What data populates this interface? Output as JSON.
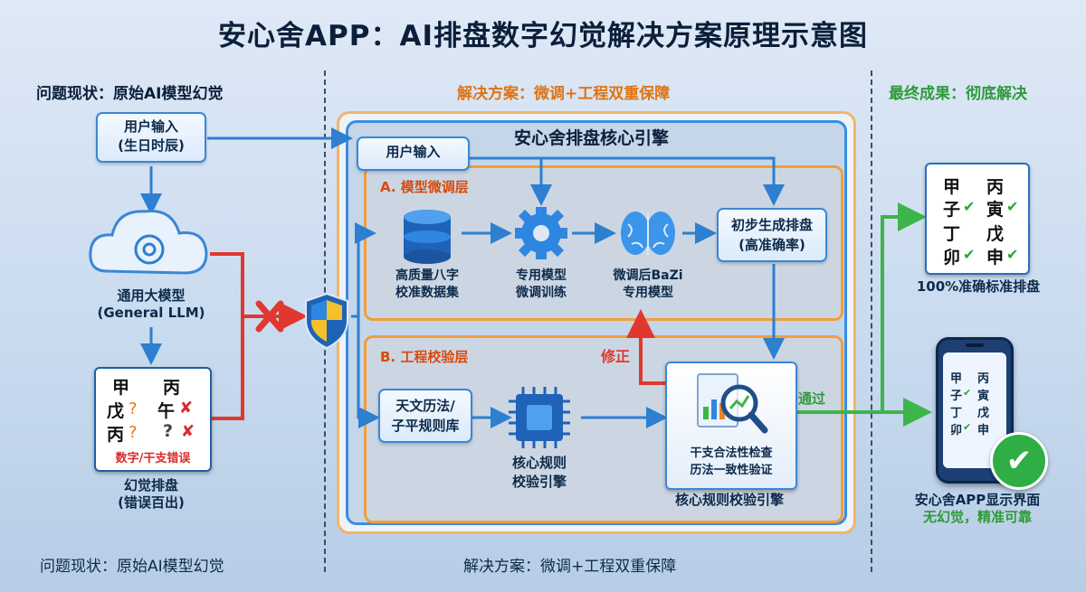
{
  "title": "安心舍APP：AI排盘数字幻觉解决方案原理示意图",
  "sections": {
    "problem": "问题现状：原始AI模型幻觉",
    "solution": "解决方案：微调+工程双重保障",
    "result": "最终成果：彻底解决"
  },
  "footer": {
    "problem": "问题现状：原始AI模型幻觉",
    "solution": "解决方案：微调+工程双重保障"
  },
  "left": {
    "user_input": [
      "用户输入",
      "(生日时辰)"
    ],
    "llm": [
      "通用大模型",
      "(General LLM)"
    ],
    "error_tag": "数字/干支错误",
    "hallucination": [
      "幻觉排盘",
      "(错误百出)"
    ],
    "card": [
      "甲",
      "丙",
      "戊",
      "午",
      "丙",
      "?"
    ]
  },
  "engine": {
    "title": "安心舍排盘核心引擎",
    "user_input": "用户输入",
    "layer_a": "A. 模型微调层",
    "layer_b": "B. 工程校验层",
    "dataset": [
      "高质量八字",
      "校准数据集"
    ],
    "finetune": [
      "专用模型",
      "微调训练"
    ],
    "model": [
      "微调后BaZi",
      "专用模型"
    ],
    "preliminary": [
      "初步生成排盘",
      "(高准确率)"
    ],
    "calendar": [
      "天文历法/",
      "子平规则库"
    ],
    "rule_engine": [
      "核心规则",
      "校验引擎"
    ],
    "check": [
      "干支合法性检查",
      "历法一致性验证"
    ],
    "check_caption": "核心规则校验引擎",
    "fix": "修正",
    "pass": "通过"
  },
  "right": {
    "card": [
      "甲",
      "丙",
      "子",
      "寅",
      "丁",
      "戊",
      "卯",
      "申"
    ],
    "card_caption": "100%准确标准排盘",
    "phone_caption": "安心舍APP显示界面",
    "phone_sub": "无幻觉，精准可靠"
  },
  "colors": {
    "flow_blue": "#2d7fd0",
    "error_red": "#e0382f",
    "pass_green": "#3cb54a",
    "accent_orange": "#e8842a"
  }
}
